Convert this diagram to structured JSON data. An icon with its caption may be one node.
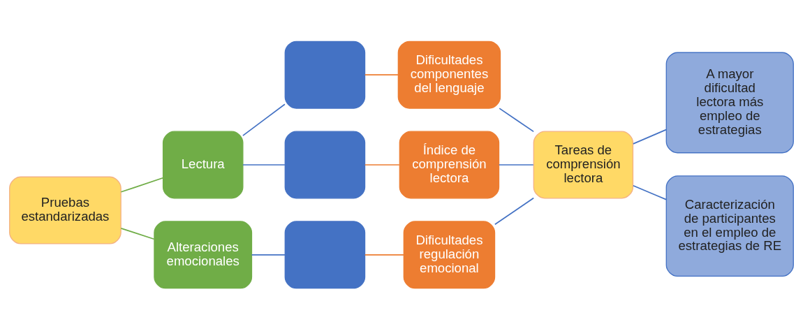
{
  "diagram": {
    "nodes": [
      {
        "text": [
          "Pruebas estandarizadas"
        ]
      },
      {
        "text": [
          "Lectura"
        ]
      },
      {
        "text": [
          "Alteraciones emocionales"
        ]
      },
      {
        "text": [],
        "shape": "box"
      },
      {
        "text": [],
        "shape": "box"
      },
      {
        "text": [],
        "shape": "box"
      },
      {
        "text": [
          "Dificultades componentes del lenguaje"
        ]
      },
      {
        "text": [
          "Índice de comprensión lectora"
        ]
      },
      {
        "text": [
          "Dificultades regulación emocional"
        ]
      },
      {
        "text": [
          "Tareas de comprensión lectora"
        ]
      },
      {
        "text": [
          "A mayor dificultad lectora más empleo de estrategias"
        ]
      },
      {
        "text": [
          "Caracterización de participantes en el empleo de estrategias de RE"
        ]
      }
    ],
    "edges": [
      {
        "from": 0,
        "to": 1,
        "arrow": "none",
        "color": "#70ad47"
      },
      {
        "from": 0,
        "to": 2,
        "arrow": "none",
        "color": "#70ad47"
      },
      {
        "from": 1,
        "to": 3,
        "arrow": "none"
      },
      {
        "from": 1,
        "to": 4,
        "arrow": "none"
      },
      {
        "from": 2,
        "to": 5,
        "arrow": "none"
      },
      {
        "from": 3,
        "to": 6,
        "arrow": "none",
        "color": "#ed7d31"
      },
      {
        "from": 4,
        "to": 7,
        "arrow": "none",
        "color": "#ed7d31"
      },
      {
        "from": 5,
        "to": 8,
        "arrow": "none",
        "color": "#ed7d31"
      },
      {
        "from": 6,
        "to": 9,
        "arrow": "none"
      },
      {
        "from": 7,
        "to": 9,
        "arrow": "none"
      },
      {
        "from": 8,
        "to": 9,
        "arrow": "none"
      },
      {
        "from": 9,
        "to": 10,
        "arrow": "none"
      },
      {
        "from": 9,
        "to": 11,
        "arrow": "none"
      }
    ]
  }
}
